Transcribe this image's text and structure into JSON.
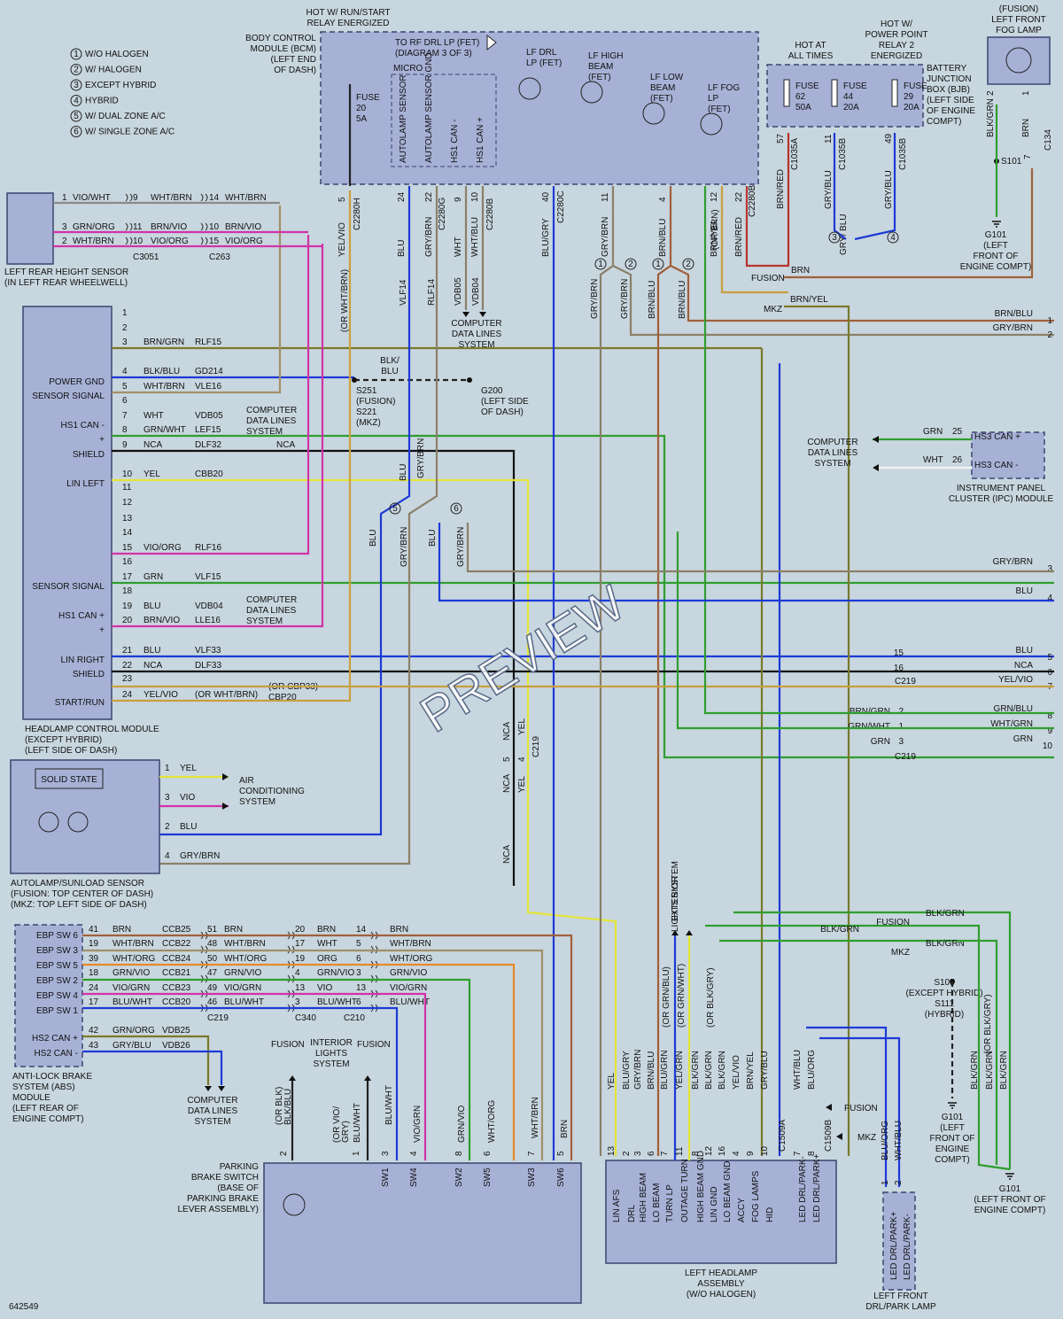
{
  "watermark": "PREVIEW",
  "figure_id": "642549",
  "legend": [
    {
      "num": "1",
      "text": "W/O HALOGEN"
    },
    {
      "num": "2",
      "text": "W/ HALOGEN"
    },
    {
      "num": "3",
      "text": "EXCEPT HYBRID"
    },
    {
      "num": "4",
      "text": "HYBRID"
    },
    {
      "num": "5",
      "text": "W/ DUAL ZONE A/C"
    },
    {
      "num": "6",
      "text": "W/ SINGLE ZONE A/C"
    }
  ],
  "bcm": {
    "hot_note": [
      "HOT W/ RUN/START",
      "RELAY ENERGIZED"
    ],
    "name": [
      "BODY CONTROL",
      "MODULE (BCM)",
      "(LEFT END",
      "OF DASH)"
    ],
    "to_rf_drl": [
      "TO RF DRL LP (FET)",
      "(DIAGRAM 3 OF 3)"
    ],
    "micro": "MICRO",
    "fuse": [
      "FUSE",
      "20",
      "5A"
    ],
    "internal_labels": [
      "AUTOLAMP SENSOR",
      "AUTOLAMP SENSOR GND",
      "HS1 CAN -",
      "HS1 CAN +"
    ],
    "fets": [
      [
        "LF DRL",
        "LP (FET)"
      ],
      [
        "LF HIGH",
        "BEAM",
        "(FET)"
      ],
      [
        "LF LOW",
        "BEAM",
        "(FET)"
      ],
      [
        "LF FOG",
        "LP",
        "(FET)"
      ]
    ],
    "pins": [
      {
        "pin": "5",
        "wire": "YEL/VIO"
      },
      {
        "pin": "24",
        "wire": "BLU"
      },
      {
        "pin": "22",
        "wire": "GRY/BRN"
      },
      {
        "pin": "9",
        "wire": "WHT"
      },
      {
        "pin": "10",
        "wire": "WHT/BLU"
      },
      {
        "pin": "40",
        "wire": "BLU/GRY"
      },
      {
        "pin": "11",
        "wire": "GRY/BRN"
      },
      {
        "pin": "4",
        "wire": "BRN/BLU"
      },
      {
        "pin": "12",
        "wire": "BRN/YEL"
      },
      {
        "pin": "22",
        "wire": "BRN/RED"
      }
    ],
    "connectors": [
      "C2280H",
      "C2280G",
      "C2280B",
      "C2280C",
      "C2280B"
    ],
    "alt_wires": [
      "(OR WHT/BRN)",
      "(OR BRN)"
    ],
    "circuits": [
      "VLF14",
      "RLF14",
      "VDB05",
      "VDB04"
    ]
  },
  "bjb": {
    "hot_at_all_times": [
      "HOT AT",
      "ALL TIMES"
    ],
    "hot_pp": [
      "HOT W/",
      "POWER POINT",
      "RELAY 2",
      "ENERGIZED"
    ],
    "name": [
      "BATTERY",
      "JUNCTION",
      "BOX (BJB)",
      "(LEFT SIDE",
      "OF ENGINE",
      "COMPT)"
    ],
    "fuses": [
      {
        "label": [
          "FUSE",
          "62",
          "50A"
        ],
        "pin": "57",
        "conn": "C1035A",
        "wire": "BRN/RED"
      },
      {
        "label": [
          "FUSE",
          "44",
          "20A"
        ],
        "pin": "11",
        "conn": "C1035B",
        "wire": "GRY/BLU"
      },
      {
        "label": [
          "FUSE",
          "29",
          "20A"
        ],
        "pin": "49",
        "conn": "C1035B",
        "wire": "GRY/BLU"
      }
    ],
    "gry_blu": "GRY/ BLU"
  },
  "fog_lamp": {
    "name": [
      "(FUSION)",
      "LEFT FRONT",
      "FOG LAMP"
    ],
    "pins": [
      {
        "pin": "2",
        "wire": "BLK/GRN"
      },
      {
        "pin": "1",
        "wire": "BRN"
      }
    ],
    "conn": "C134",
    "pin7": "7",
    "splice": "S101",
    "ground": [
      "G101",
      "(LEFT",
      "FRONT OF",
      "ENGINE COMPT)"
    ]
  },
  "rear_sensor": {
    "name": [
      "LEFT REAR HEIGHT SENSOR",
      "(IN LEFT REAR WHEELWELL)"
    ],
    "rows": [
      {
        "pin": "1",
        "wire": "VIO/WHT",
        "p2": "9",
        "w2": "WHT/BRN",
        "p3": "14",
        "w3": "WHT/BRN"
      },
      {
        "pin": "3",
        "wire": "GRN/ORG",
        "p2": "11",
        "w2": "BRN/VIO",
        "p3": "10",
        "w3": "BRN/VIO"
      },
      {
        "pin": "2",
        "wire": "WHT/BRN",
        "p2": "10",
        "w2": "VIO/ORG",
        "p3": "15",
        "w3": "VIO/ORG"
      }
    ],
    "connectors": [
      "C3051",
      "C263"
    ]
  },
  "hcm": {
    "name": [
      "HEADLAMP CONTROL MODULE",
      "(EXCEPT HYBRID)",
      "(LEFT SIDE OF DASH)"
    ],
    "pin_labels": [
      "POWER GND",
      "SENSOR SIGNAL",
      "HS1 CAN -",
      "+",
      "SHIELD",
      "LIN LEFT",
      "SENSOR SIGNAL",
      "HS1 CAN +",
      "+",
      "LIN RIGHT",
      "SHIELD",
      "START/RUN"
    ],
    "rows": [
      {
        "pin": "1",
        "wire": "",
        "circuit": ""
      },
      {
        "pin": "2",
        "wire": "",
        "circuit": ""
      },
      {
        "pin": "3",
        "wire": "BRN/GRN",
        "circuit": "RLF15"
      },
      {
        "pin": "4",
        "wire": "BLK/BLU",
        "circuit": "GD214"
      },
      {
        "pin": "5",
        "wire": "WHT/BRN",
        "circuit": "VLE16"
      },
      {
        "pin": "6",
        "wire": "",
        "circuit": ""
      },
      {
        "pin": "7",
        "wire": "WHT",
        "circuit": "VDB05"
      },
      {
        "pin": "8",
        "wire": "GRN/WHT",
        "circuit": "LEF15"
      },
      {
        "pin": "9",
        "wire": "NCA",
        "circuit": "DLF32"
      },
      {
        "pin": "10",
        "wire": "YEL",
        "circuit": "CBB20"
      },
      {
        "pin": "11",
        "wire": "",
        "circuit": ""
      },
      {
        "pin": "12",
        "wire": "",
        "circuit": ""
      },
      {
        "pin": "13",
        "wire": "",
        "circuit": ""
      },
      {
        "pin": "14",
        "wire": "",
        "circuit": ""
      },
      {
        "pin": "15",
        "wire": "VIO/ORG",
        "circuit": "RLF16"
      },
      {
        "pin": "16",
        "wire": "",
        "circuit": ""
      },
      {
        "pin": "17",
        "wire": "GRN",
        "circuit": "VLF15"
      },
      {
        "pin": "18",
        "wire": "",
        "circuit": ""
      },
      {
        "pin": "19",
        "wire": "BLU",
        "circuit": "VDB04"
      },
      {
        "pin": "20",
        "wire": "BRN/VIO",
        "circuit": "LLE16"
      },
      {
        "pin": "21",
        "wire": "BLU",
        "circuit": "VLF33"
      },
      {
        "pin": "22",
        "wire": "NCA",
        "circuit": "DLF33"
      },
      {
        "pin": "23",
        "wire": "",
        "circuit": ""
      },
      {
        "pin": "24",
        "wire": "YEL/VIO",
        "circuit": "(OR WHT/BRN)"
      }
    ],
    "cdl": [
      "COMPUTER",
      "DATA LINES",
      "SYSTEM"
    ],
    "cbp": [
      "(OR CBP33)",
      "CBP20"
    ]
  },
  "splice": {
    "blk_blu": [
      "BLK/",
      "BLU"
    ],
    "s251": [
      "S251",
      "(FUSION)",
      "S221",
      "(MKZ)"
    ],
    "g200": [
      "G200",
      "(LEFT SIDE",
      "OF DASH)"
    ],
    "nca": "NCA",
    "blu_gry_brn": [
      "BLU",
      "GRY/",
      "BRN"
    ]
  },
  "cdl_mid": [
    "COMPUTER",
    "DATA LINES",
    "SYSTEM"
  ],
  "right_branch": {
    "opts": [
      {
        "n": "1",
        "w": "GRY/BRN"
      },
      {
        "n": "2",
        "w": "GRY/BRN"
      },
      {
        "n": "1",
        "w": "BRN/BLU"
      },
      {
        "n": "2",
        "w": "BRN/BLU"
      }
    ],
    "fusion": "FUSION",
    "mkz": "MKZ",
    "brn": "BRN",
    "brn_yel": "BRN/YEL"
  },
  "ipc": {
    "name": [
      "INSTRUMENT PANEL",
      "CLUSTER (IPC) MODULE"
    ],
    "pins": [
      {
        "pin": "25",
        "wire": "GRN",
        "label": "HS3 CAN +"
      },
      {
        "pin": "26",
        "wire": "WHT",
        "label": "HS3 CAN -"
      }
    ],
    "cdl": [
      "COMPUTER",
      "DATA LINES",
      "SYSTEM"
    ]
  },
  "offpage": [
    {
      "num": "1",
      "wire": "BRN/BLU"
    },
    {
      "num": "2",
      "wire": "GRY/BRN"
    },
    {
      "num": "3",
      "wire": "GRY/BRN"
    },
    {
      "num": "4",
      "wire": "BLU"
    },
    {
      "num": "5",
      "wire": "BLU",
      "pin": "15"
    },
    {
      "num": "6",
      "wire": "NCA",
      "pin": "16"
    },
    {
      "num": "7",
      "wire": "YEL/VIO"
    },
    {
      "num": "8",
      "wire": "GRN/BLU",
      "pin": "2",
      "left": "BRN/GRN"
    },
    {
      "num": "9",
      "wire": "WHT/GRN",
      "pin": "1",
      "left": "GRN/WHT"
    },
    {
      "num": "10",
      "wire": "GRN",
      "pin": "3",
      "left": "GRN"
    }
  ],
  "c219": "C219",
  "mid_vertical": {
    "opts": [
      "5",
      "6"
    ],
    "wires": [
      "BLU",
      "GRY/BRN",
      "BLU",
      "GRY/BRN"
    ],
    "nca": "NCA",
    "yel": "YEL",
    "pins": [
      "5",
      "4"
    ],
    "conn": "C219"
  },
  "autolamp": {
    "name": [
      "AUTOLAMP/SUNLOAD SENSOR",
      "(FUSION: TOP CENTER OF DASH)",
      "(MKZ: TOP LEFT SIDE OF DASH)"
    ],
    "solid_state": "SOLID STATE",
    "rows": [
      {
        "pin": "1",
        "wire": "YEL"
      },
      {
        "pin": "3",
        "wire": "VIO"
      },
      {
        "pin": "2",
        "wire": "BLU"
      },
      {
        "pin": "4",
        "wire": "GRY/BRN"
      }
    ],
    "ac": [
      "AIR",
      "CONDITIONING",
      "SYSTEM"
    ]
  },
  "abs": {
    "name": [
      "ANTI-LOCK BRAKE",
      "SYSTEM (ABS)",
      "MODULE",
      "(LEFT REAR OF",
      "ENGINE COMPT)"
    ],
    "switches": [
      "EBP SW 6",
      "EBP SW 3",
      "EBP SW 5",
      "EBP SW 2",
      "EBP SW 4",
      "EBP SW 1"
    ],
    "hs2": [
      "HS2 CAN +",
      "HS2 CAN -"
    ],
    "rows": [
      {
        "pin": "41",
        "wire": "BRN",
        "circ": "CCB25",
        "p2": "51",
        "w2": "BRN",
        "p3": "20",
        "w3": "BRN",
        "p4": "14",
        "w4": "BRN"
      },
      {
        "pin": "19",
        "wire": "WHT/BRN",
        "circ": "CCB22",
        "p2": "48",
        "w2": "WHT/BRN",
        "p3": "17",
        "w3": "WHT",
        "p4": "5",
        "w4": "WHT/BRN"
      },
      {
        "pin": "39",
        "wire": "WHT/ORG",
        "circ": "CCB24",
        "p2": "50",
        "w2": "WHT/ORG",
        "p3": "19",
        "w3": "ORG",
        "p4": "6",
        "w4": "WHT/ORG"
      },
      {
        "pin": "18",
        "wire": "GRN/VIO",
        "circ": "CCB21",
        "p2": "47",
        "w2": "GRN/VIO",
        "p3": "4",
        "w3": "GRN/VIO",
        "p4": "3",
        "w4": "GRN/VIO"
      },
      {
        "pin": "24",
        "wire": "VIO/GRN",
        "circ": "CCB23",
        "p2": "49",
        "w2": "VIO/GRN",
        "p3": "13",
        "w3": "VIO",
        "p4": "13",
        "w4": "VIO/GRN"
      },
      {
        "pin": "17",
        "wire": "BLU/WHT",
        "circ": "CCB20",
        "p2": "46",
        "w2": "BLU/WHT",
        "p3": "3",
        "w3": "BLU/WHT",
        "p4": "6",
        "w4": "BLU/WHT"
      },
      {
        "pin": "42",
        "wire": "GRN/ORG",
        "circ": "VDB25"
      },
      {
        "pin": "43",
        "wire": "GRY/BLU",
        "circ": "VDB26"
      }
    ],
    "connectors": [
      "C219",
      "C340",
      "C210"
    ],
    "cdl": [
      "COMPUTER",
      "DATA LINES",
      "SYSTEM"
    ]
  },
  "interior": {
    "fusion1": "FUSION",
    "label": [
      "INTERIOR",
      "LIGHTS",
      "SYSTEM"
    ],
    "fusion2": "FUSION"
  },
  "parking": {
    "name": [
      "PARKING",
      "BRAKE SWITCH",
      "(BASE OF",
      "PARKING BRAKE",
      "LEVER ASSEMBLY)"
    ],
    "wires": [
      "(OR BLK)",
      "BLK/BLU",
      "(OR VIO/",
      "GRY)",
      "BLU/WHT",
      "BLU/WHT",
      "VIO/GRN",
      "GRN/VIO",
      "WHT/ORG",
      "WHT/BRN",
      "BRN"
    ],
    "pins": [
      "2",
      "1",
      "3",
      "4",
      "8",
      "6",
      "7",
      "5"
    ],
    "switches": [
      "SW1",
      "SW4",
      "SW2",
      "SW5",
      "SW3",
      "SW6"
    ]
  },
  "headlamp": {
    "name": [
      "LEFT HEADLAMP",
      "ASSEMBLY",
      "(W/O HALOGEN)"
    ],
    "pin_labels": [
      "LIN AFS",
      "DRL",
      "HIGH BEAM",
      "LO BEAM",
      "TURN LP",
      "OUTAGE TURN",
      "HIGH BEAM GND",
      "LIN GND",
      "LO BEAM GND",
      "ACCY",
      "FOG LAMPS",
      "HID",
      "LED DRL/PARK-",
      "LED DRL/PARK+"
    ],
    "pins": [
      "13",
      "2",
      "3",
      "6",
      "7",
      "11",
      "8",
      "12",
      "16",
      "4",
      "9",
      "10",
      "7",
      "8"
    ],
    "wires": [
      "YEL",
      "BLU/GRY",
      "GRY/BRN",
      "BRN/BLU",
      "BLU/GRN",
      "YEL/GRN",
      "BLK/GRN",
      "BLK/GRN",
      "BLK/GRN",
      "YEL/VIO",
      "BRN/YEL",
      "GRY/BLU",
      "WHT/BLU",
      "BLU/ORG"
    ],
    "alt": [
      "(OR GRN/BLU)",
      "(OR GRN/WHT)",
      "(OR BLK/GRY)"
    ],
    "exterior": [
      "EXTERIOR",
      "LIGHTS SYSTEM"
    ],
    "connectors": [
      "C1509A",
      "C1509B"
    ],
    "fusion": "FUSION",
    "mkz": "MKZ"
  },
  "drl_lamp": {
    "name": [
      "LEFT FRONT",
      "DRL/PARK LAMP"
    ],
    "pin_labels": [
      "LED DRL/PARK+",
      "LED DRL/PARK-"
    ],
    "pins": [
      "1",
      "2"
    ],
    "wires": [
      "BLU/ORG",
      "WHT/BLU"
    ]
  },
  "ground_right": {
    "fusion": "FUSION",
    "blk_grn": "BLK/GRN",
    "mkz": "MKZ",
    "s105": [
      "S105",
      "(EXCEPT HYBRID)",
      "S111",
      "(HYBRID)"
    ],
    "g101a": [
      "G101",
      "(LEFT",
      "FRONT OF",
      "ENGINE",
      "COMPT)"
    ],
    "g101b": [
      "G101",
      "(LEFT FRONT OF",
      "ENGINE COMPT)"
    ],
    "vert": [
      "BLK/GRN",
      "BLK/GRN",
      "BLK/GRN",
      "(OR BLK/GRY)"
    ]
  }
}
